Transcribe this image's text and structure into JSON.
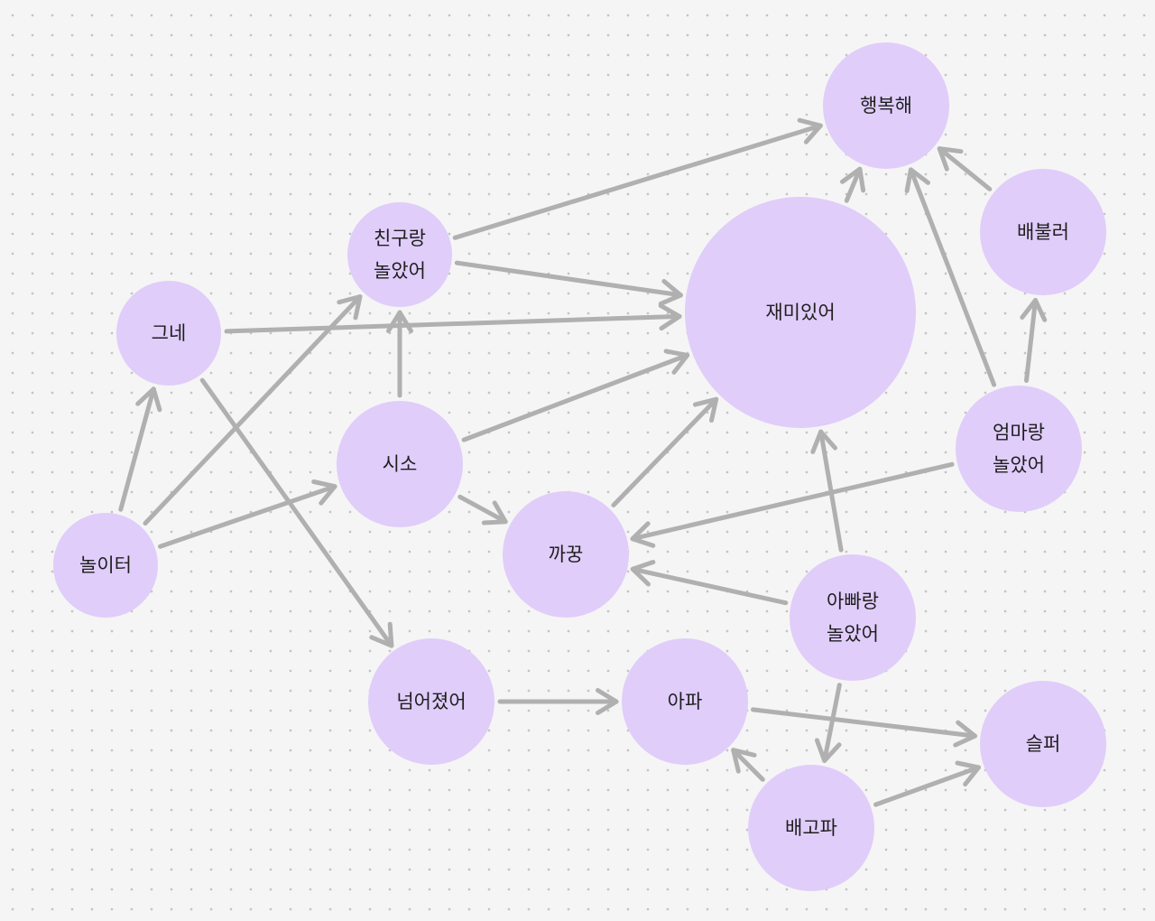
{
  "colors": {
    "node_fill": "#e0cdfa",
    "edge": "#b0b0b0",
    "text": "#1e1e1e"
  },
  "nodes": [
    {
      "id": "happy",
      "label": "행복해"
    },
    {
      "id": "full",
      "label": "배불러"
    },
    {
      "id": "fun",
      "label": "재미있어"
    },
    {
      "id": "friend",
      "label": "친구랑\n놀았어"
    },
    {
      "id": "swing",
      "label": "그네"
    },
    {
      "id": "seesaw",
      "label": "시소"
    },
    {
      "id": "playground",
      "label": "놀이터"
    },
    {
      "id": "peekaboo",
      "label": "까꿍"
    },
    {
      "id": "mom",
      "label": "엄마랑\n놀았어"
    },
    {
      "id": "dad",
      "label": "아빠랑\n놀았어"
    },
    {
      "id": "fell",
      "label": "넘어졌어"
    },
    {
      "id": "hurt",
      "label": "아파"
    },
    {
      "id": "sad",
      "label": "슬퍼"
    },
    {
      "id": "hungry",
      "label": "배고파"
    }
  ],
  "edges": [
    {
      "from": "friend",
      "to": "happy"
    },
    {
      "from": "friend",
      "to": "fun"
    },
    {
      "from": "swing",
      "to": "fun"
    },
    {
      "from": "swing",
      "to": "fell"
    },
    {
      "from": "playground",
      "to": "swing"
    },
    {
      "from": "playground",
      "to": "friend"
    },
    {
      "from": "playground",
      "to": "seesaw"
    },
    {
      "from": "seesaw",
      "to": "friend"
    },
    {
      "from": "seesaw",
      "to": "fun"
    },
    {
      "from": "seesaw",
      "to": "peekaboo"
    },
    {
      "from": "peekaboo",
      "to": "fun"
    },
    {
      "from": "fun",
      "to": "happy"
    },
    {
      "from": "full",
      "to": "happy"
    },
    {
      "from": "mom",
      "to": "happy"
    },
    {
      "from": "mom",
      "to": "full"
    },
    {
      "from": "mom",
      "to": "peekaboo"
    },
    {
      "from": "dad",
      "to": "fun"
    },
    {
      "from": "dad",
      "to": "peekaboo"
    },
    {
      "from": "dad",
      "to": "hungry"
    },
    {
      "from": "fell",
      "to": "hurt"
    },
    {
      "from": "hurt",
      "to": "sad"
    },
    {
      "from": "hungry",
      "to": "hurt"
    },
    {
      "from": "hungry",
      "to": "sad"
    }
  ]
}
